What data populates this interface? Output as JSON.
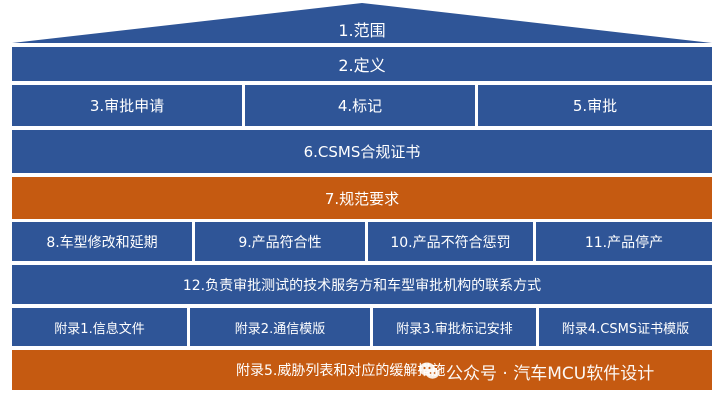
{
  "colors": {
    "blue": "#2f5597",
    "orange": "#c55a11",
    "background": "#ffffff"
  },
  "diagram": {
    "roof": "1.范围",
    "row2": "2.定义",
    "row3": [
      "3.审批申请",
      "4.标记",
      "5.审批"
    ],
    "row4": "6.CSMS合规证书",
    "row5": "7.规范要求",
    "row6": [
      "8.车型修改和延期",
      "9.产品符合性",
      "10.产品不符合惩罚",
      "11.产品停产"
    ],
    "row7": "12.负责审批测试的技术服务方和车型审批机构的联系方式",
    "row8": [
      "附录1.信息文件",
      "附录2.通信模版",
      "附录3.审批标记安排",
      "附录4.CSMS证书模版"
    ],
    "row9": "附录5.威胁列表和对应的缓解措施"
  },
  "watermark": {
    "icon": "wechat-icon",
    "text": "公众号 · 汽车MCU软件设计"
  }
}
